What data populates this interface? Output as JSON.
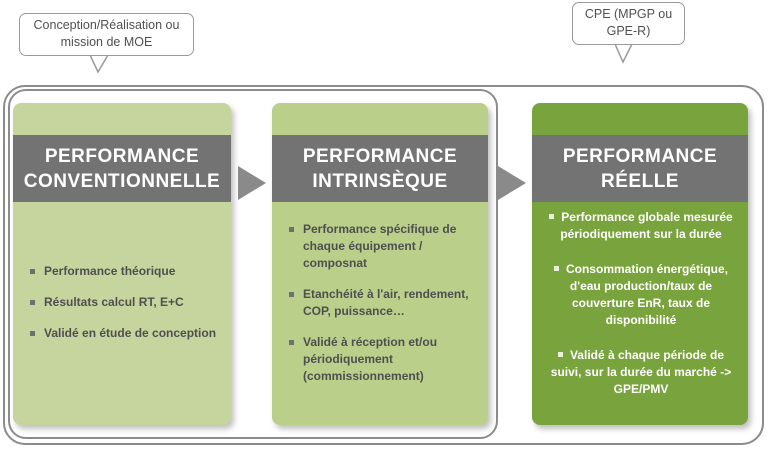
{
  "callouts": {
    "left": "Conception/Réalisation ou mission de MOE",
    "right": "CPE (MPGP ou GPE-R)"
  },
  "panels": [
    {
      "title_line1": "PERFORMANCE",
      "title_line2": "CONVENTIONNELLE",
      "items": [
        "Performance théorique",
        "Résultats calcul RT, E+C",
        "Validé en étude de conception"
      ]
    },
    {
      "title_line1": "PERFORMANCE",
      "title_line2": "INTRINSÈQUE",
      "items": [
        "Performance spécifique de chaque équipement / composnat",
        "Etanchéité à l'air, rendement, COP, puissance…",
        "Validé à réception et/ou périodiquement (commissionnement)"
      ]
    },
    {
      "title_line1": "PERFORMANCE",
      "title_line2": "RÉELLE",
      "items": [
        "Performance globale mesurée périodiquement sur la durée",
        "Consommation énergétique, d'eau production/taux de couverture EnR, taux de disponibilité",
        "Validé à chaque période de suivi, sur la durée du marché -> GPE/PMV"
      ]
    }
  ],
  "colors": {
    "panel_conventionnelle": "#c6d59e",
    "panel_intrinseque": "#b9cf8a",
    "panel_reelle": "#79a33c",
    "banner": "#737373",
    "arrow": "#8a8a8a",
    "frame": "#8c8c8c"
  }
}
